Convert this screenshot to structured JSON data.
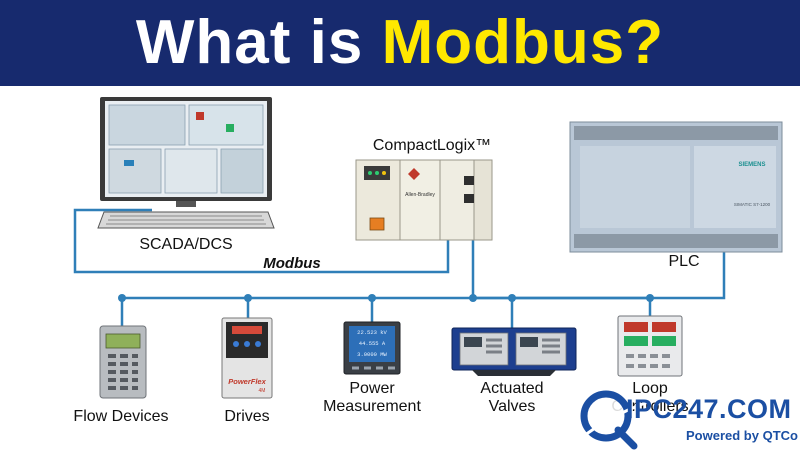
{
  "title": {
    "part1": "What is ",
    "part2": "Modbus?"
  },
  "colors": {
    "banner": "#172a6e",
    "highlight": "#ffe800",
    "line": "#2f7fb8",
    "brand": "#1b4fa3"
  },
  "nodes": {
    "scada": "SCADA/DCS",
    "compactlogix": "CompactLogix™",
    "plc": "PLC",
    "flow": "Flow Devices",
    "drives": "Drives",
    "power_line1": "Power",
    "power_line2": "Measurement",
    "valves_line1": "Actuated",
    "valves_line2": "Valves",
    "loop_line1": "Loop",
    "loop_line2": "Controllers"
  },
  "bus_label": "Modbus",
  "device_text": {
    "siemens": "SIEMENS",
    "simatic": "SIMATIC S7-1200",
    "powerflex": "PowerFlex",
    "pf_model": "4M",
    "meter_row1": "22.523 kV",
    "meter_row2": "44.555 A",
    "meter_row3": "3.0000 MW",
    "ab": "Allen-Bradley"
  },
  "logo": {
    "brand": "IPC247.COM",
    "powered": "Powered by QTCo"
  }
}
